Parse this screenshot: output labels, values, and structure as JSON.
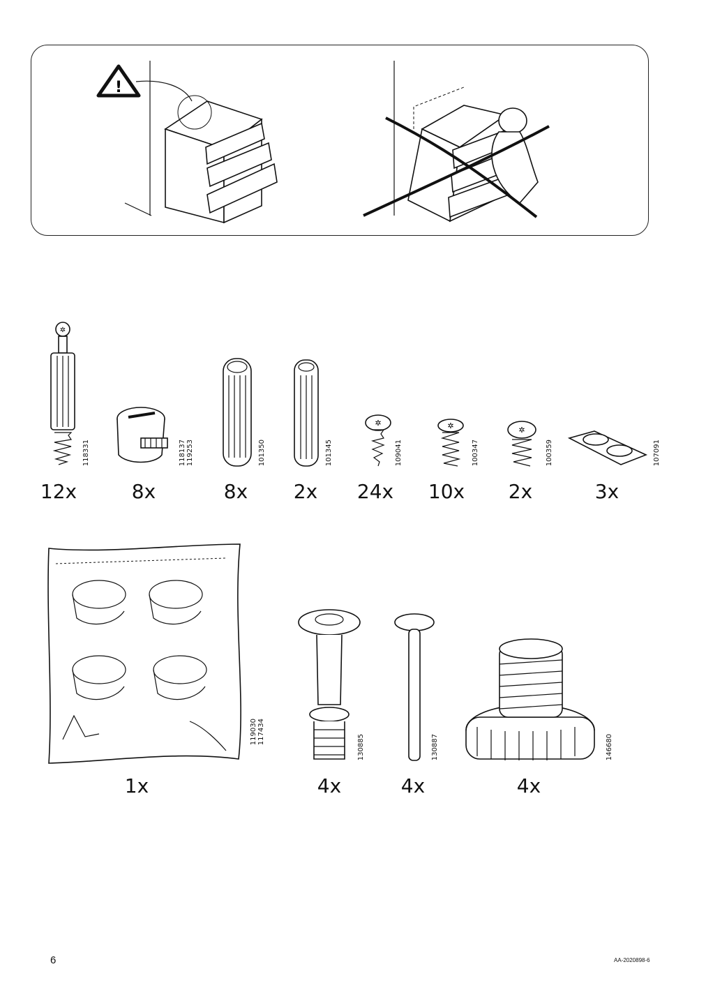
{
  "parts_row1": [
    {
      "name": "cam-bolt",
      "code": "118331",
      "qty": "12x"
    },
    {
      "name": "cam-lock-nut",
      "code": "118137\n119253",
      "qty": "8x"
    },
    {
      "name": "dowel-large",
      "code": "101350",
      "qty": "8x"
    },
    {
      "name": "dowel-small",
      "code": "101345",
      "qty": "2x"
    },
    {
      "name": "wood-screw",
      "code": "109041",
      "qty": "24x"
    },
    {
      "name": "screw-short",
      "code": "100347",
      "qty": "10x"
    },
    {
      "name": "screw-thick",
      "code": "100359",
      "qty": "2x"
    },
    {
      "name": "felt-pads",
      "code": "107091",
      "qty": "3x"
    }
  ],
  "parts_row2": [
    {
      "name": "cam-lock-bag",
      "code": "119030\n117434",
      "qty": "1x"
    },
    {
      "name": "expansion-plug",
      "code": "130885",
      "qty": "4x"
    },
    {
      "name": "pin",
      "code": "130887",
      "qty": "4x"
    },
    {
      "name": "adjustable-foot",
      "code": "146680",
      "qty": "4x"
    }
  ],
  "footer": {
    "page_number": "6",
    "doc_id": "AA-2020898-6"
  }
}
